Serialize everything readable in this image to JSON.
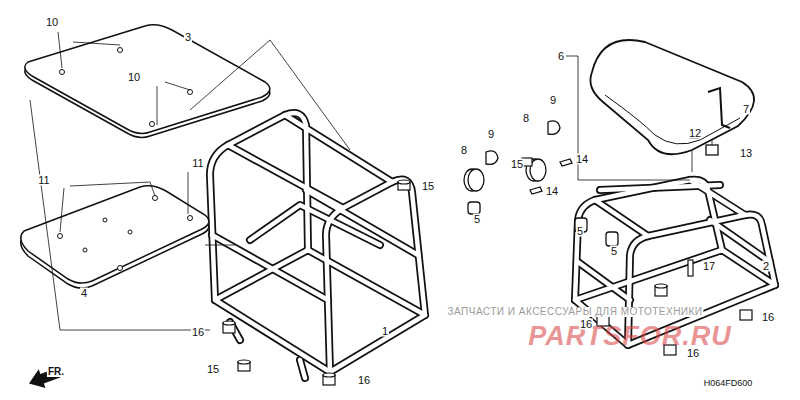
{
  "diagram": {
    "labels": [
      "10",
      "3",
      "10",
      "11",
      "11",
      "15",
      "4",
      "16",
      "1",
      "15",
      "16",
      "FR.",
      "6",
      "9",
      "8",
      "7",
      "12",
      "9",
      "8",
      "15",
      "14",
      "13",
      "14",
      "5",
      "5",
      "5",
      "17",
      "2",
      "ЗАПЧАСТИ И АКСЕССУАРЫ ДЛЯ МОТОТЕХНИКИ",
      "PARTSFOR.RU",
      "16",
      "16",
      "16",
      "H064FD600"
    ]
  }
}
